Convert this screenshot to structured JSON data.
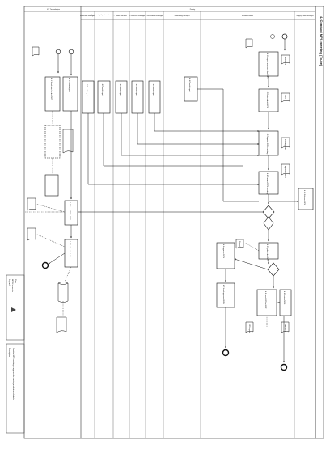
{
  "diagram": {
    "title": "4. Conduct MPS meeting (To-be)",
    "pool_label": "Peanty",
    "left_lane": "ICT Technologies",
    "lanes": [
      "Marketing manager",
      "Engineering department manager",
      "Sales manager",
      "Production manager",
      "Procurement manager",
      "Scheduling manager",
      "Master Planner",
      "Supply Chain manager"
    ],
    "tasks": {
      "t1": "4.1 Prepare and send draft MPS",
      "t2": "4.2 Review draft MPS",
      "t3": "4.3 Organise MPS meeting",
      "t4": "4.4 Conduct MPS meeting",
      "t5": "4.5 Update draft MPS",
      "t6": "4.6 Approve MPS",
      "t7": "4.7 Send approved MPS",
      "t8": "4.8 Load MPS in ERP",
      "t9": "4.9 Review MPS",
      "t10": "4.10 Release MPS",
      "m1": "4.4 Provide input",
      "m2": "4.4 Provide input",
      "m3": "4.4 Provide input",
      "m4": "4.4 Provide input",
      "m5": "4.4 Provide input",
      "m6": "4.4 Provide input",
      "l1": "4.1 Send data for draft MPS",
      "l2": "4.2 Create report",
      "l3": "4.3 Store MPS in ERP",
      "l4": "4.4 Notify stakeholders"
    },
    "docs": {
      "d1": "Draft MPS",
      "d2": "MPS",
      "d3": "Meeting notes",
      "d4": "Approved MPS",
      "d5": "Report",
      "d6": "MPS report",
      "d7": "Final MPS"
    },
    "legend": {
      "title": "Legend",
      "line1": "BPMN elements",
      "line2": "Flow",
      "notes_title": "Description",
      "notes": "Conduct MPS meeting to approve the master production schedule"
    }
  }
}
